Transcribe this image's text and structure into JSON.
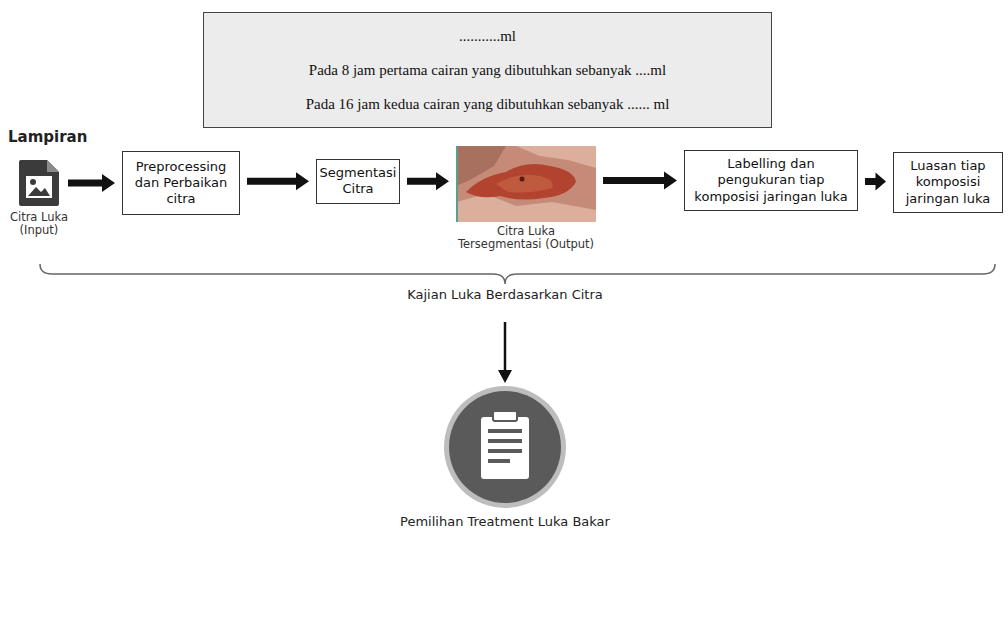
{
  "diagram": {
    "nodes": [
      {
        "text": [
          "...........ml",
          "Pada 8 jam pertama cairan yang dibutuhkan sebanyak ....ml",
          "Pada 16 jam kedua cairan yang dibutuhkan sebanyak ...... ml"
        ]
      },
      {
        "text": [
          "Citra Luka (Input)"
        ]
      },
      {
        "text": [
          "Preprocessing dan Perbaikan citra"
        ]
      },
      {
        "text": [
          "Segmentasi Citra"
        ]
      },
      {
        "text": [
          "Citra Luka Tersegmentasi (Output)"
        ]
      },
      {
        "text": [
          "Labelling dan pengukuran tiap komposisi jaringan luka"
        ]
      },
      {
        "text": [
          "Luasan tiap komposisi jaringan luka"
        ]
      },
      {
        "text": [
          "Pemilihan Treatment Luka Bakar"
        ]
      }
    ],
    "edges": [
      {
        "from": 1,
        "to": 2,
        "arrow": "to"
      },
      {
        "from": 2,
        "to": 3,
        "arrow": "to"
      },
      {
        "from": 3,
        "to": 4,
        "arrow": "to"
      },
      {
        "from": 4,
        "to": 5,
        "arrow": "to"
      },
      {
        "from": 5,
        "to": 6,
        "arrow": "to"
      }
    ],
    "labels": [
      "Lampiran",
      "Kajian Luka Berdasarkan Citra"
    ]
  }
}
